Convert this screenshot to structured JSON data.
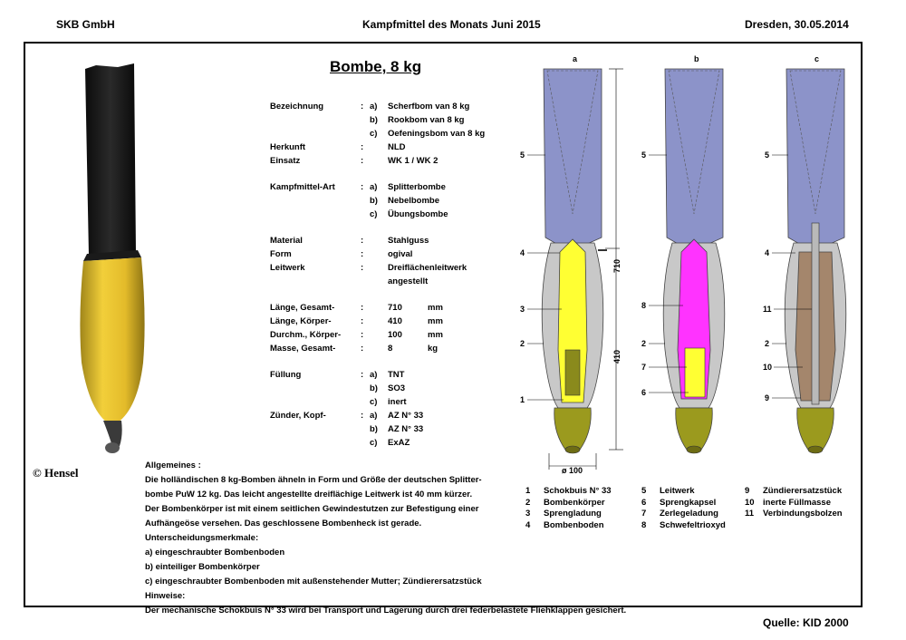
{
  "header": {
    "company": "SKB GmbH",
    "subject": "Kampfmittel des Monats Juni 2015",
    "place_date": "Dresden, 30.05.2014"
  },
  "title": "Bombe, 8 kg",
  "specs": [
    {
      "label": "Bezeichnung",
      "colon": ":",
      "letter": "a)",
      "value": "Scherfbom van 8 kg",
      "unit": ""
    },
    {
      "label": "",
      "colon": "",
      "letter": "b)",
      "value": "Rookbom van 8 kg",
      "unit": ""
    },
    {
      "label": "",
      "colon": "",
      "letter": "c)",
      "value": "Oefeningsbom van 8 kg",
      "unit": ""
    },
    {
      "label": "Herkunft",
      "colon": ":",
      "letter": "",
      "value": "NLD",
      "unit": ""
    },
    {
      "label": "Einsatz",
      "colon": ":",
      "letter": "",
      "value": "WK 1 / WK 2",
      "unit": ""
    },
    {
      "label": "Kampfmittel-Art",
      "colon": ":",
      "letter": "a)",
      "value": "Splitterbombe",
      "unit": ""
    },
    {
      "label": "",
      "colon": "",
      "letter": "b)",
      "value": "Nebelbombe",
      "unit": ""
    },
    {
      "label": "",
      "colon": "",
      "letter": "c)",
      "value": "Übungsbombe",
      "unit": ""
    },
    {
      "label": "Material",
      "colon": ":",
      "letter": "",
      "value": "Stahlguss",
      "unit": ""
    },
    {
      "label": "Form",
      "colon": ":",
      "letter": "",
      "value": "ogival",
      "unit": ""
    },
    {
      "label": "Leitwerk",
      "colon": ":",
      "letter": "",
      "value": "Dreiflächenleitwerk",
      "unit": ""
    },
    {
      "label": "",
      "colon": "",
      "letter": "",
      "value": "angestellt",
      "unit": ""
    },
    {
      "label": "Länge, Gesamt-",
      "colon": ":",
      "letter": "",
      "value": "710",
      "unit": "mm"
    },
    {
      "label": "Länge, Körper-",
      "colon": ":",
      "letter": "",
      "value": "410",
      "unit": "mm"
    },
    {
      "label": "Durchm., Körper-",
      "colon": ":",
      "letter": "",
      "value": "100",
      "unit": "mm"
    },
    {
      "label": "Masse, Gesamt-",
      "colon": ":",
      "letter": "",
      "value": "8",
      "unit": "kg"
    },
    {
      "label": "Füllung",
      "colon": ":",
      "letter": "a)",
      "value": "TNT",
      "unit": ""
    },
    {
      "label": "",
      "colon": "",
      "letter": "b)",
      "value": "SO3",
      "unit": ""
    },
    {
      "label": "",
      "colon": "",
      "letter": "c)",
      "value": "inert",
      "unit": ""
    },
    {
      "label": "Zünder, Kopf-",
      "colon": ":",
      "letter": "a)",
      "value": "AZ N° 33",
      "unit": ""
    },
    {
      "label": "",
      "colon": "",
      "letter": "b)",
      "value": "AZ N° 33",
      "unit": ""
    },
    {
      "label": "",
      "colon": "",
      "letter": "c)",
      "value": "ExAZ",
      "unit": ""
    }
  ],
  "copyright": "© Hensel",
  "general_text": [
    "Allgemeines :",
    "Die holländischen 8 kg-Bomben ähneln in Form und Größe der deutschen Splitter-",
    "bombe PuW 12 kg. Das leicht angestellte dreiflächige Leitwerk ist 40 mm kürzer.",
    "Der Bombenkörper ist mit einem seitlichen Gewindestutzen zur Befestigung einer",
    "Aufhängeöse versehen. Das geschlossene Bombenheck ist gerade.",
    "Unterscheidungsmerkmale:",
    "a)  eingeschraubter Bombenboden",
    "b)  einteiliger Bombenkörper",
    "c)  eingeschraubter Bombenboden mit außenstehender Mutter; Zündierersatzstück",
    "Hinweise:",
    "Der mechanische Schokbuis N° 33 wird bei Transport und Lagerung durch drei  federbelastete Fliehklappen gesichert."
  ],
  "diagram": {
    "variant_labels": [
      "a",
      "b",
      "c"
    ],
    "dim_total": "710",
    "dim_body": "410",
    "dim_diameter": "ø 100",
    "callouts_a": [
      "5",
      "4",
      "3",
      "2",
      "1"
    ],
    "callouts_b": [
      "5",
      "8",
      "2",
      "7",
      "6"
    ],
    "callouts_c": [
      "5",
      "4",
      "11",
      "2",
      "10",
      "9"
    ],
    "colors": {
      "tail": "#8c93c9",
      "body": "#c8c8c8",
      "fuze": "#9b9a1e",
      "fill_a": "#ffff33",
      "fill_b": "#ff33ff",
      "fill_c": "#a4866c"
    }
  },
  "legend": [
    {
      "num": "1",
      "text": "Schokbuis N° 33"
    },
    {
      "num": "2",
      "text": "Bombenkörper"
    },
    {
      "num": "3",
      "text": "Sprengladung"
    },
    {
      "num": "4",
      "text": "Bombenboden"
    },
    {
      "num": "5",
      "text": "Leitwerk"
    },
    {
      "num": "6",
      "text": "Sprengkapsel"
    },
    {
      "num": "7",
      "text": "Zerlegeladung"
    },
    {
      "num": "8",
      "text": "Schwefeltrioxyd"
    },
    {
      "num": "9",
      "text": "Zündierersatzstück"
    },
    {
      "num": "10",
      "text": "inerte Füllmasse"
    },
    {
      "num": "11",
      "text": "Verbindungsbolzen"
    }
  ],
  "source": "Quelle: KID 2000"
}
